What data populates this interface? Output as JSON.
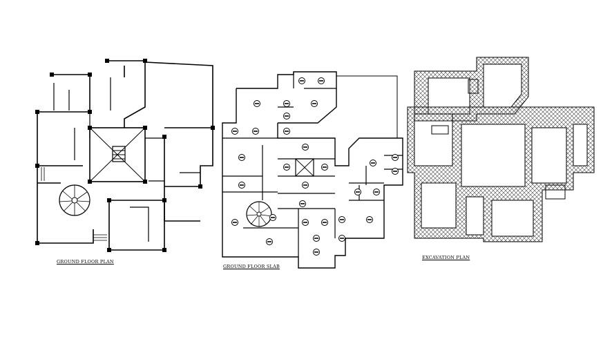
{
  "drawing": {
    "line_color": "#000000",
    "hatch_color": "#444444",
    "background": "#ffffff",
    "panels": [
      {
        "id": "ground-floor-plan",
        "caption": "GROUND FLOOR PLAN"
      },
      {
        "id": "ground-floor-slab",
        "caption": "GROUND FLOOR SLAB"
      },
      {
        "id": "excavation-plan",
        "caption": "EXCAVATION PLAN"
      }
    ]
  }
}
